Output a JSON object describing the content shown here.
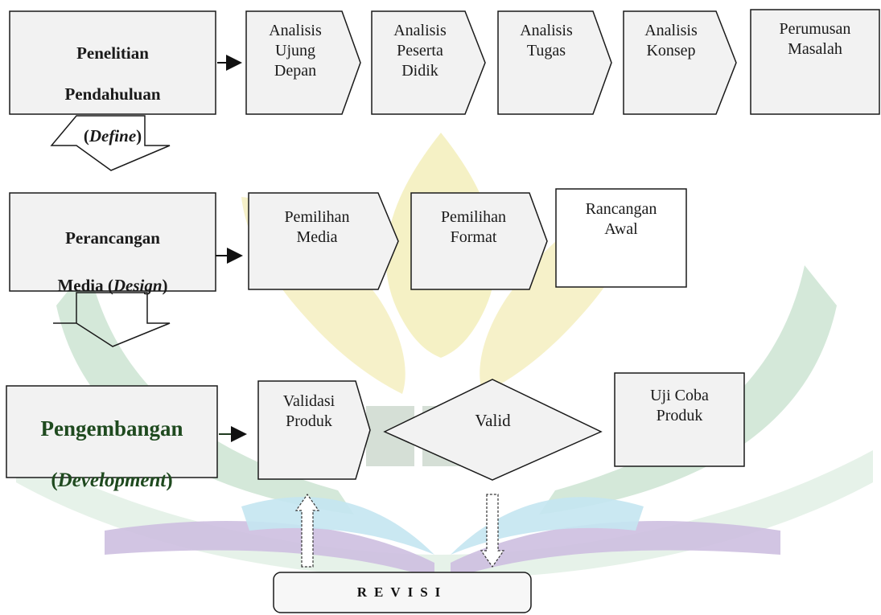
{
  "stages": {
    "define": {
      "title": "Penelitian",
      "line2": "Pendahuluan",
      "paren_open": "(",
      "italic": "Define",
      "paren_close": ")"
    },
    "design": {
      "title": "Perancangan",
      "line2_prefix": "Media (",
      "italic": "Design",
      "paren_close": ")"
    },
    "development": {
      "title": "Pengembangan",
      "paren_open": "(",
      "italic": "Development",
      "paren_close": ")"
    }
  },
  "define_steps": [
    {
      "id": "ujung-depan",
      "label": "Analisis\nUjung\nDepan"
    },
    {
      "id": "peserta-didik",
      "label": "Analisis\nPeserta\nDidik"
    },
    {
      "id": "tugas",
      "label": "Analisis\nTugas"
    },
    {
      "id": "konsep",
      "label": "Analisis\nKonsep"
    },
    {
      "id": "perumusan-masalah",
      "label": "Perumusan\nMasalah"
    }
  ],
  "design_steps": [
    {
      "id": "pemilihan-media",
      "label": "Pemilihan\nMedia"
    },
    {
      "id": "pemilihan-format",
      "label": "Pemilihan\nFormat"
    },
    {
      "id": "rancangan-awal",
      "label": "Rancangan\nAwal"
    }
  ],
  "development_steps": {
    "validasi": "Validasi\nProduk",
    "valid": "Valid",
    "uji_coba": "Uji Coba\nProduk"
  },
  "revisi": "REVISI",
  "colors": {
    "box_fill": "#f2f2f2",
    "stroke": "#1a1a1a",
    "watermark_yellow": "#f3edb8",
    "watermark_green": "#c8e2cf",
    "watermark_purple": "#c9b8dc",
    "watermark_blue": "#bfe3ef",
    "dev_text": "#1f4a1f"
  }
}
